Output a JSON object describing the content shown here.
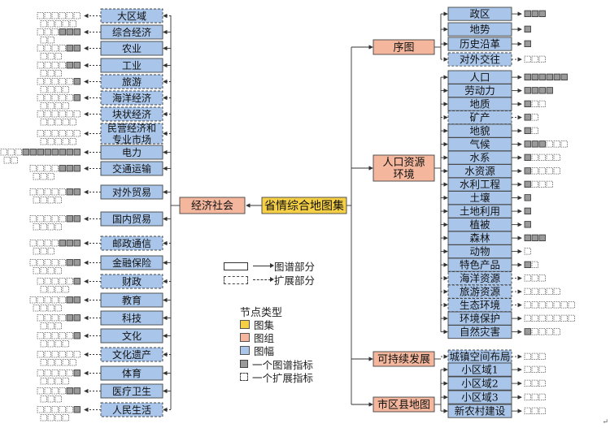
{
  "root": {
    "label": "省情综合地图集",
    "color": "#f5cf45"
  },
  "groups": {
    "economy": {
      "label": "经济社会",
      "color": "#f4b79d"
    },
    "preface": {
      "label": "序图",
      "color": "#f4b79d"
    },
    "population": {
      "label": "人口资源环境",
      "color": "#f4b79d"
    },
    "sustainable": {
      "label": "可持续发展",
      "color": "#f4b79d"
    },
    "county": {
      "label": "市区县地图",
      "color": "#f4b79d"
    }
  },
  "leaf_color": "#a9c6ea",
  "left_sheets": [
    {
      "label": "大区域",
      "atlas": false,
      "spec_filled": 0,
      "spec_empty": 0,
      "ext": 6
    },
    {
      "label": "综合经济",
      "atlas": true,
      "spec_filled": 3,
      "spec_empty": 0,
      "ext": 3
    },
    {
      "label": "农业",
      "atlas": true,
      "spec_filled": 2,
      "spec_empty": 0,
      "ext": 4
    },
    {
      "label": "工业",
      "atlas": true,
      "spec_filled": 2,
      "spec_empty": 0,
      "ext": 4
    },
    {
      "label": "旅游",
      "atlas": false,
      "spec_filled": 1,
      "spec_empty": 0,
      "ext": 5
    },
    {
      "label": "海洋经济",
      "atlas": false,
      "spec_filled": 1,
      "spec_empty": 0,
      "ext": 5
    },
    {
      "label": "块状经济",
      "atlas": false,
      "spec_filled": 0,
      "spec_empty": 0,
      "ext": 6
    },
    {
      "label": "民营经济和专业市场",
      "atlas": false,
      "spec_filled": 0,
      "spec_empty": 0,
      "ext": 6
    },
    {
      "label": "电力",
      "atlas": true,
      "spec_filled": 8,
      "spec_empty": 0,
      "ext": 3
    },
    {
      "label": "交通运输",
      "atlas": true,
      "spec_filled": 3,
      "spec_empty": 0,
      "ext": 4
    },
    {
      "label": "对外贸易",
      "atlas": true,
      "spec_filled": 2,
      "spec_empty": 0,
      "ext": 5
    },
    {
      "label": "国内贸易",
      "atlas": true,
      "spec_filled": 2,
      "spec_empty": 0,
      "ext": 5
    },
    {
      "label": "邮政通信",
      "atlas": false,
      "spec_filled": 3,
      "spec_empty": 0,
      "ext": 4
    },
    {
      "label": "金融保险",
      "atlas": true,
      "spec_filled": 2,
      "spec_empty": 0,
      "ext": 5
    },
    {
      "label": "财政",
      "atlas": false,
      "spec_filled": 1,
      "spec_empty": 0,
      "ext": 5
    },
    {
      "label": "教育",
      "atlas": true,
      "spec_filled": 2,
      "spec_empty": 0,
      "ext": 5
    },
    {
      "label": "科技",
      "atlas": true,
      "spec_filled": 2,
      "spec_empty": 0,
      "ext": 4
    },
    {
      "label": "文化",
      "atlas": true,
      "spec_filled": 1,
      "spec_empty": 0,
      "ext": 5
    },
    {
      "label": "文化遗产",
      "atlas": false,
      "spec_filled": 0,
      "spec_empty": 0,
      "ext": 6
    },
    {
      "label": "体育",
      "atlas": true,
      "spec_filled": 1,
      "spec_empty": 0,
      "ext": 5
    },
    {
      "label": "医疗卫生",
      "atlas": true,
      "spec_filled": 2,
      "spec_empty": 0,
      "ext": 4
    },
    {
      "label": "人民生活",
      "atlas": false,
      "spec_filled": 1,
      "spec_empty": 0,
      "ext": 5
    }
  ],
  "preface_sheets": [
    {
      "label": "政区",
      "atlas": true,
      "spec_filled": 3,
      "ext": 0
    },
    {
      "label": "地势",
      "atlas": true,
      "spec_filled": 1,
      "ext": 0
    },
    {
      "label": "历史沿革",
      "atlas": true,
      "spec_filled": 1,
      "ext": 0
    },
    {
      "label": "对外交往",
      "atlas": false,
      "spec_filled": 0,
      "ext": 3
    }
  ],
  "population_sheets": [
    {
      "label": "人口",
      "atlas": true,
      "spec_filled": 6,
      "ext": 0
    },
    {
      "label": "劳动力",
      "atlas": true,
      "spec_filled": 4,
      "ext": 0
    },
    {
      "label": "地质",
      "atlas": true,
      "spec_filled": 1,
      "ext": 2
    },
    {
      "label": "矿产",
      "atlas": false,
      "spec_filled": 1,
      "ext": 1
    },
    {
      "label": "地貌",
      "atlas": true,
      "spec_filled": 1,
      "ext": 1
    },
    {
      "label": "气候",
      "atlas": true,
      "spec_filled": 3,
      "ext": 3
    },
    {
      "label": "水系",
      "atlas": true,
      "spec_filled": 1,
      "ext": 4
    },
    {
      "label": "水资源",
      "atlas": true,
      "spec_filled": 1,
      "ext": 4
    },
    {
      "label": "水利工程",
      "atlas": true,
      "spec_filled": 1,
      "ext": 3
    },
    {
      "label": "土壤",
      "atlas": true,
      "spec_filled": 1,
      "ext": 0
    },
    {
      "label": "土地利用",
      "atlas": true,
      "spec_filled": 1,
      "ext": 0
    },
    {
      "label": "植被",
      "atlas": true,
      "spec_filled": 1,
      "ext": 0
    },
    {
      "label": "森林",
      "atlas": true,
      "spec_filled": 3,
      "ext": 0
    },
    {
      "label": "动物",
      "atlas": true,
      "spec_filled": 0,
      "ext": 1
    },
    {
      "label": "特色产品",
      "atlas": true,
      "spec_filled": 1,
      "ext": 1
    },
    {
      "label": "海洋资源",
      "atlas": false,
      "spec_filled": 0,
      "ext": 3
    },
    {
      "label": "旅游资源",
      "atlas": false,
      "spec_filled": 0,
      "ext": 5
    },
    {
      "label": "生态环境",
      "atlas": false,
      "spec_filled": 0,
      "ext": 7
    },
    {
      "label": "环境保护",
      "atlas": true,
      "spec_filled": 0,
      "ext": 7
    },
    {
      "label": "自然灾害",
      "atlas": true,
      "spec_filled": 1,
      "ext": 4
    }
  ],
  "sustainable_sheets": [
    {
      "label": "城镇空间布局",
      "atlas": false,
      "spec_filled": 0,
      "ext": 3
    }
  ],
  "county_sheets": [
    {
      "label": "小区域1",
      "atlas": true,
      "spec_filled": 0,
      "ext": 3
    },
    {
      "label": "小区域2",
      "atlas": true,
      "spec_filled": 0,
      "ext": 3
    },
    {
      "label": "小区域3",
      "atlas": true,
      "spec_filled": 0,
      "ext": 3
    },
    {
      "label": "新农村建设",
      "atlas": true,
      "spec_filled": 0,
      "ext": 3
    }
  ],
  "legend": {
    "atlas_part": "图谱部分",
    "ext_part": "扩展部分",
    "node_type_title": "节点类型",
    "atlas_label": "图集",
    "group_label": "图组",
    "sheet_label": "图幅",
    "spec_indicator": "一个图谱指标",
    "ext_indicator": "一个扩展指标"
  }
}
